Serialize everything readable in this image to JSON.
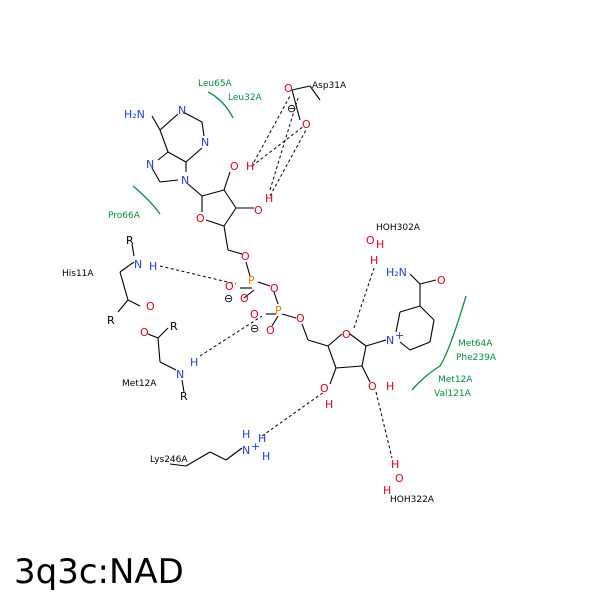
{
  "title": "3q3c:NAD",
  "colors": {
    "nitrogen": "#1f3fd1",
    "oxygen": "#e0001b",
    "phosphorus": "#e77b00",
    "hydrophobic": "#008f3c",
    "black": "#000000"
  },
  "atoms": {
    "adenine_nh2": "H₂N",
    "n_ring_1": "N",
    "n_ring_2": "N",
    "n_ring_3": "N",
    "n_ring_4": "N",
    "o_ribose1": "O",
    "o_h_1": "O",
    "h_1": "H",
    "o_h_2": "O",
    "h_2": "H",
    "o_link1": "O",
    "p1": "P",
    "o_p1_a": "O",
    "o_p1_b": "O",
    "o_bridge": "O",
    "p2": "P",
    "o_p2_a": "O",
    "o_p2_b": "O",
    "o_link2": "O",
    "o_ribose2": "O",
    "o_h_3": "O",
    "h_3": "H",
    "o_h_4": "O",
    "h_4": "H",
    "n_plus_nic": "N",
    "amide_nh2": "H₂N",
    "amide_o": "O",
    "asp_o1": "O",
    "asp_o2": "O",
    "his_n": "N",
    "his_h": "H",
    "his_r": "R",
    "his_o": "O",
    "his_r2": "R",
    "met_o": "O",
    "met_r": "R",
    "met_n": "N",
    "met_h": "H",
    "met_r2": "R",
    "lys_n": "N",
    "lys_h1": "H",
    "lys_h2": "H",
    "lys_h3": "H",
    "w302_o": "O",
    "w302_h1": "H",
    "w302_h2": "H",
    "w322_o": "O",
    "w322_h1": "H",
    "w322_h2": "H",
    "charge_minus": "⊖",
    "charge_plus": "+"
  },
  "residues": {
    "asp31": "Asp31A",
    "his11": "His11A",
    "met12": "Met12A",
    "lys246": "Lys246A",
    "hoh302": "HOH302A",
    "hoh322": "HOH322A"
  },
  "hydrophobic": {
    "leu65": "Leu65A",
    "leu32": "Leu32A",
    "pro66": "Pro66A",
    "met64": "Met64A",
    "phe239": "Phe239A",
    "met12": "Met12A",
    "val121": "Val121A"
  }
}
